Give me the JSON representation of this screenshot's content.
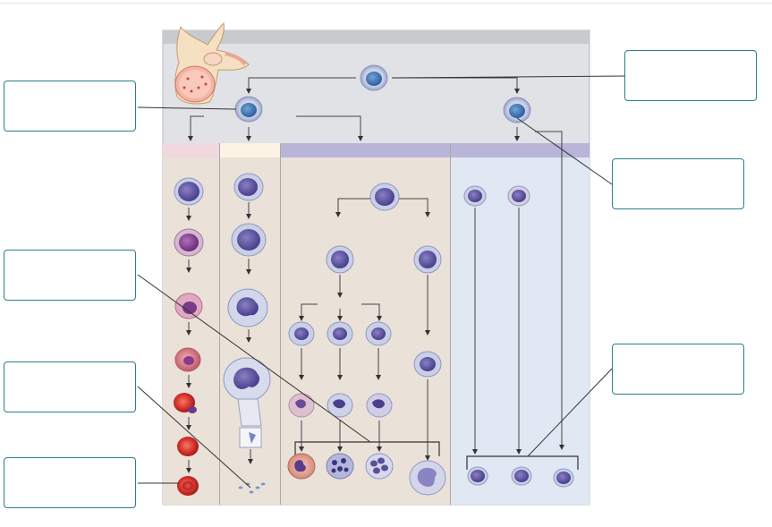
{
  "diagram": {
    "title": "",
    "description_labels": []
  },
  "label_boxes": [
    {
      "id": "box-hematopoietic-stem-cell",
      "text": ""
    },
    {
      "id": "box-myeloid-stem-cell",
      "text": ""
    },
    {
      "id": "box-lymphoid-stem-cell",
      "text": ""
    },
    {
      "id": "box-granulocytes",
      "text": ""
    },
    {
      "id": "box-lymphocytes",
      "text": ""
    },
    {
      "id": "box-platelets",
      "text": ""
    },
    {
      "id": "box-erythrocyte",
      "text": ""
    }
  ],
  "colors": {
    "panel_top": "#c8cacd",
    "panel_bg": "#e0e2e5",
    "erythroid_header": "#efd9df",
    "megakaryocyte_header": "#fdf2e3",
    "myeloid_header": "#b9b5d8",
    "lymphoid_header": "#b9b5d8",
    "column_bg": "#eae1d9",
    "lymphoid_bg": "#dfe8f3",
    "box_border": "#2d7d8c",
    "leader_line": "#333333"
  }
}
